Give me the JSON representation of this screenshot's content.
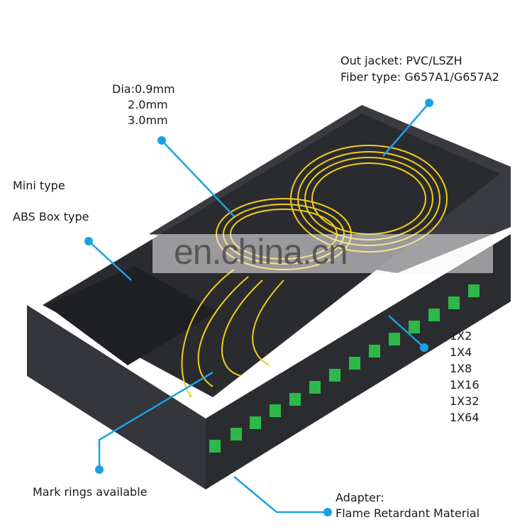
{
  "annotations": {
    "out_jacket": "Out jacket: PVC/LSZH",
    "fiber_type": "Fiber type: G657A1/G657A2",
    "dia_1": "Dia:0.9mm",
    "dia_2": "2.0mm",
    "dia_3": "3.0mm",
    "mini_type": "Mini type",
    "abs_box_type": "ABS Box type",
    "split_ratios": [
      "1X2",
      "1X4",
      "1X8",
      "1X16",
      "1X32",
      "1X64"
    ],
    "mark_rings": "Mark rings available",
    "adapter_line1": "Adapter:",
    "adapter_line2": "Flame Retardant Material"
  },
  "watermark": "en.china.cn",
  "colors": {
    "callout": "#1ba1e2",
    "box_metal": "#2e2f33",
    "fiber_yellow": "#f2cc1a",
    "connector_green": "#2db84a"
  }
}
